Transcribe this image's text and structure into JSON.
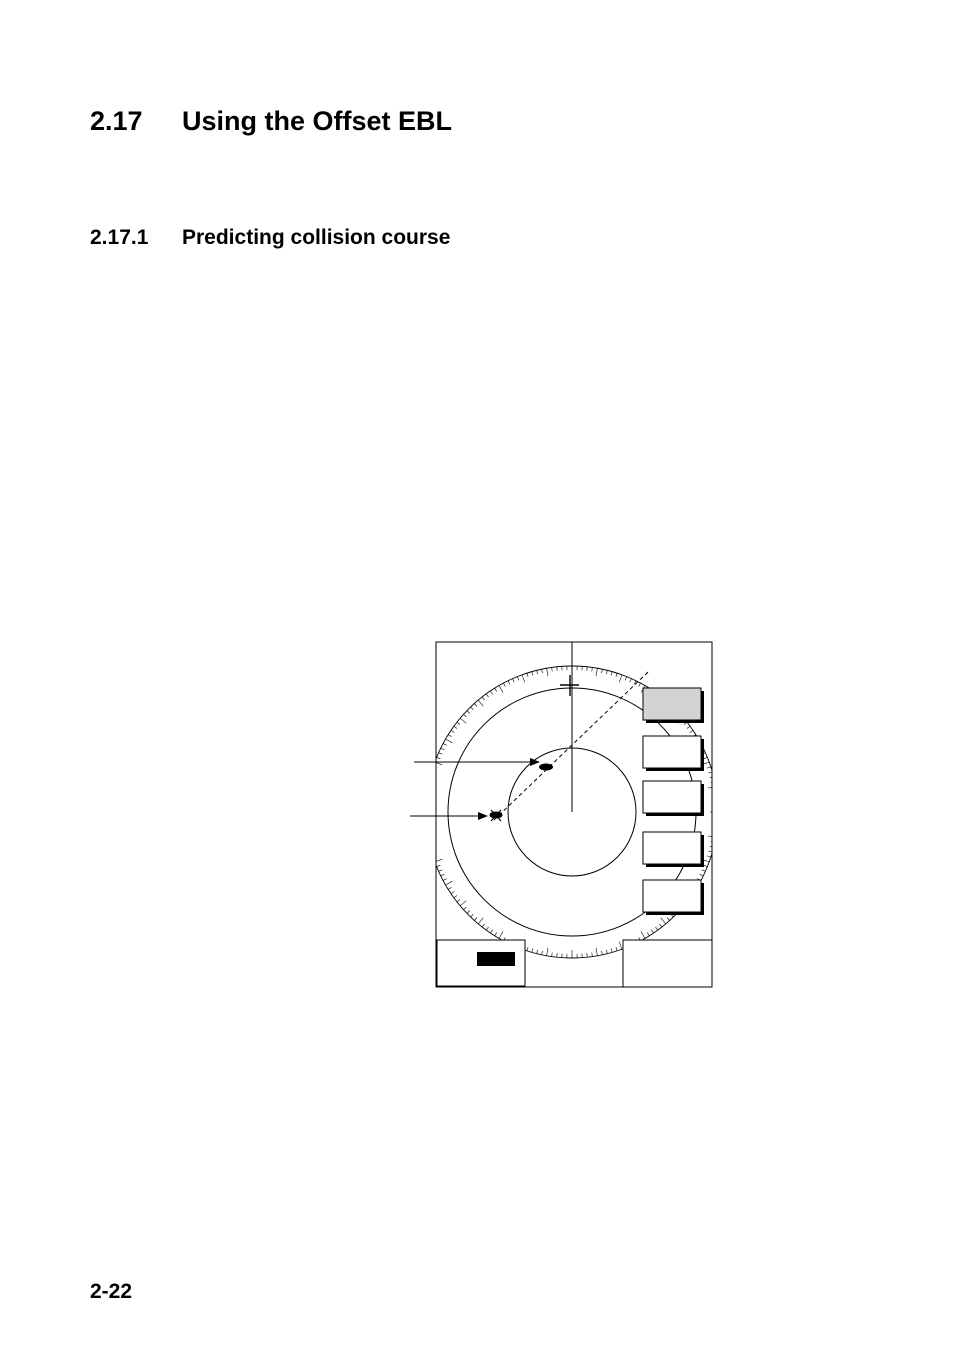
{
  "section": {
    "number": "2.17",
    "title": "Using the Offset EBL"
  },
  "subsection": {
    "number": "2.17.1",
    "title": "Predicting collision course"
  },
  "page_number": "2-22",
  "figure": {
    "soft_keys": [
      {
        "highlighted": true
      },
      {
        "highlighted": false
      },
      {
        "highlighted": false
      },
      {
        "highlighted": false
      },
      {
        "highlighted": false
      }
    ],
    "colors": {
      "line": "#000000",
      "highlight": "#d3d3d3",
      "background": "#ffffff"
    }
  }
}
